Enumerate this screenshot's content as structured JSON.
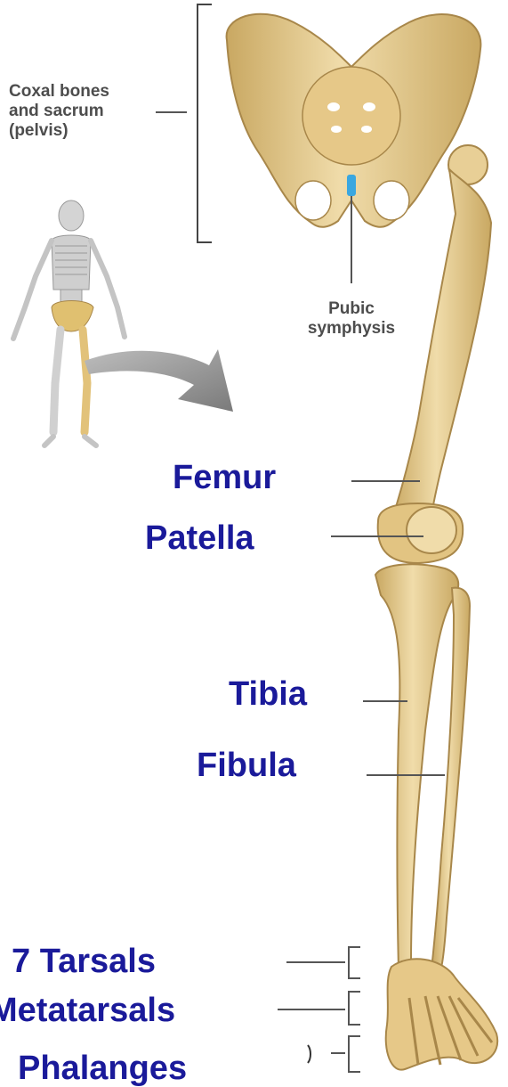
{
  "labels": {
    "pelvis": [
      "Coxal bones",
      "and sacrum",
      "(pelvis)"
    ],
    "pubic": [
      "Pubic",
      "symphysis"
    ],
    "femur": "Femur",
    "patella": "Patella",
    "tibia": "Tibia",
    "fibula": "Fibula",
    "tarsals": "7 Tarsals",
    "metatarsals": "Metatarsals",
    "phalanges": "Phalanges"
  },
  "colors": {
    "bone": "#e8cf96",
    "bone_shade": "#c9a862",
    "bone_dark": "#a8874a",
    "label_blue": "#1a1a9a",
    "label_gray": "#4d4d4d",
    "symphysis": "#3aa7e0",
    "arrow": "#8a8a8a"
  }
}
